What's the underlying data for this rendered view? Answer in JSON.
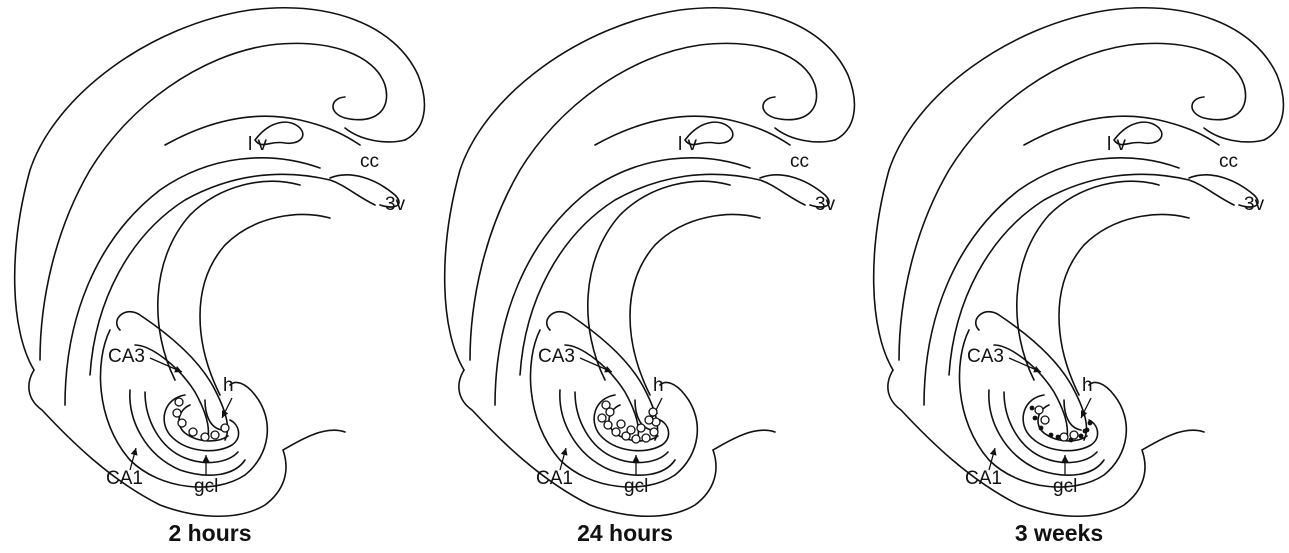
{
  "panels": [
    {
      "caption": "2 hours",
      "labels": {
        "lv": "l v",
        "cc": "cc",
        "v3": "3v",
        "ca3": "CA3",
        "h": "h",
        "ca1": "CA1",
        "gcl": "gcl"
      },
      "cells": "sparse",
      "filled_cells": false
    },
    {
      "caption": "24 hours",
      "labels": {
        "lv": "l v",
        "cc": "cc",
        "v3": "3v",
        "ca3": "CA3",
        "h": "h",
        "ca1": "CA1",
        "gcl": "gcl"
      },
      "cells": "dense",
      "filled_cells": false
    },
    {
      "caption": "3 weeks",
      "labels": {
        "lv": "l v",
        "cc": "cc",
        "v3": "3v",
        "ca3": "CA3",
        "h": "h",
        "ca1": "CA1",
        "gcl": "gcl"
      },
      "cells": "sparse-with-dots",
      "filled_cells": true
    }
  ],
  "colors": {
    "ink": "#111111",
    "background": "#ffffff"
  }
}
